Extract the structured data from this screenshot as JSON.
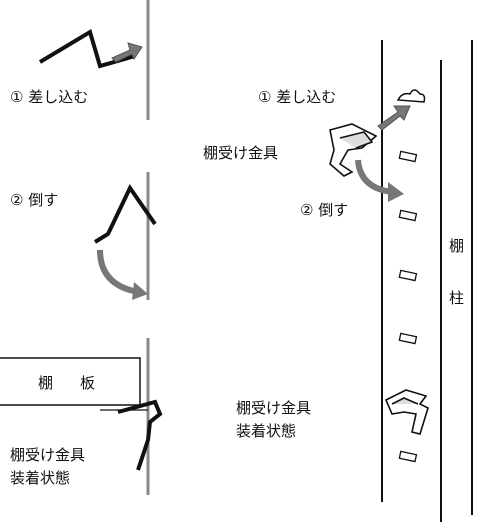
{
  "left_panel": {
    "step1_label": "① 差し込む",
    "step2_label": "② 倒す",
    "shelf_board_label": "棚　板",
    "installed_label_line1": "棚受け金具",
    "installed_label_line2": "装着状態"
  },
  "right_panel": {
    "step1_label": "① 差し込む",
    "bracket_label": "棚受け金具",
    "step2_label": "② 倒す",
    "pillar_label_top": "棚",
    "pillar_label_bottom": "柱",
    "installed_label_line1": "棚受け金具",
    "installed_label_line2": "装着状態"
  },
  "colors": {
    "line": "#111111",
    "gray": "#888888",
    "arrow": "#777777"
  }
}
